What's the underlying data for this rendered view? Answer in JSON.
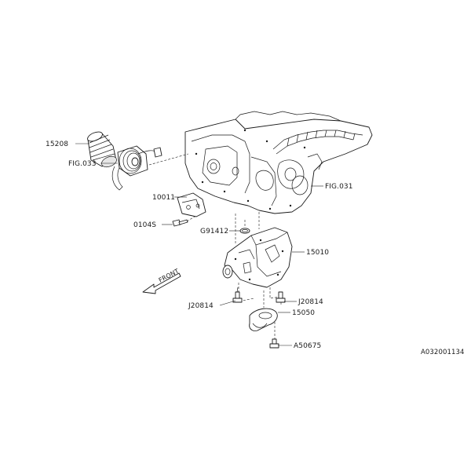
{
  "diagram_id": "A032001134",
  "direction": {
    "front_label": "FRONT"
  },
  "callouts": {
    "c15208": "15208",
    "fig033": "FIG.033",
    "c10011": "10011",
    "c0104s": "0104S",
    "g91412": "G91412",
    "c15010": "15010",
    "fig031": "FIG.031",
    "j20814_left": "J20814",
    "j20814_right": "J20814",
    "c15050": "15050",
    "a50675": "A50675"
  }
}
